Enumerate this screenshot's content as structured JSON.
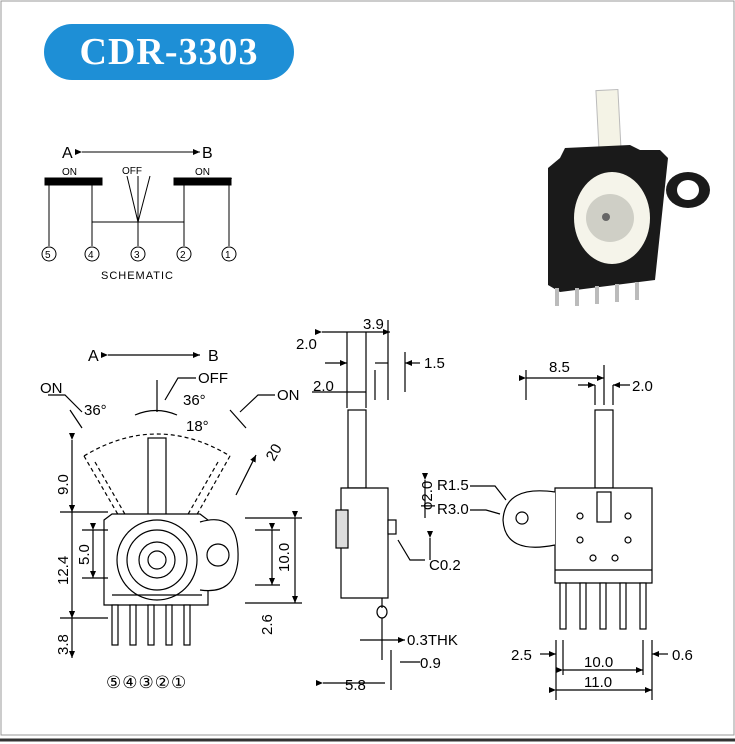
{
  "title": "CDR-3303",
  "schematic": {
    "label_a": "A",
    "label_b": "B",
    "on_left": "ON",
    "on_right": "ON",
    "off": "OFF",
    "pins": [
      "5",
      "4",
      "3",
      "2",
      "1"
    ],
    "caption": "SCHEMATIC"
  },
  "front_view": {
    "label_a": "A",
    "label_b": "B",
    "on_left": "ON",
    "off": "OFF",
    "on_right": "ON",
    "angle_left": "36°",
    "angle_right": "36°",
    "angle_mid": "18°",
    "dim_9": "9.0",
    "dim_12_4": "12.4",
    "dim_5": "5.0",
    "dim_3_8": "3.8",
    "dim_20": "20",
    "dim_10": "10.0",
    "dim_2_6": "2.6",
    "pin_numbers": "⑤④③②①"
  },
  "side_view": {
    "dim_3_9": "3.9",
    "dim_2_0a": "2.0",
    "dim_2_0b": "2.0",
    "dim_1_5": "1.5",
    "dim_phi": "ϕ2.0",
    "dim_c02": "C0.2",
    "dim_thk": "0.3THK",
    "dim_0_9": "0.9",
    "dim_5_8": "5.8"
  },
  "rear_view": {
    "dim_8_5": "8.5",
    "dim_2_0": "2.0",
    "dim_r15": "R1.5",
    "dim_r30": "R3.0",
    "dim_2_5": "2.5",
    "dim_10": "10.0",
    "dim_0_6": "0.6",
    "dim_11": "11.0"
  }
}
